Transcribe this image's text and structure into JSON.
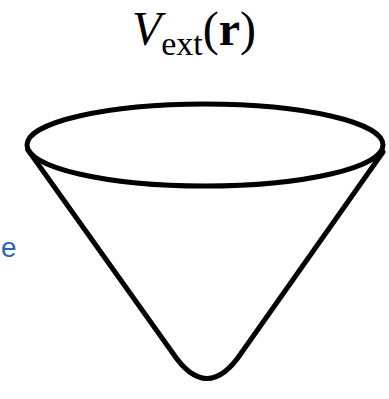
{
  "diagram": {
    "labels": [
      "V",
      "ext",
      "(",
      "r",
      ")",
      "e"
    ]
  }
}
